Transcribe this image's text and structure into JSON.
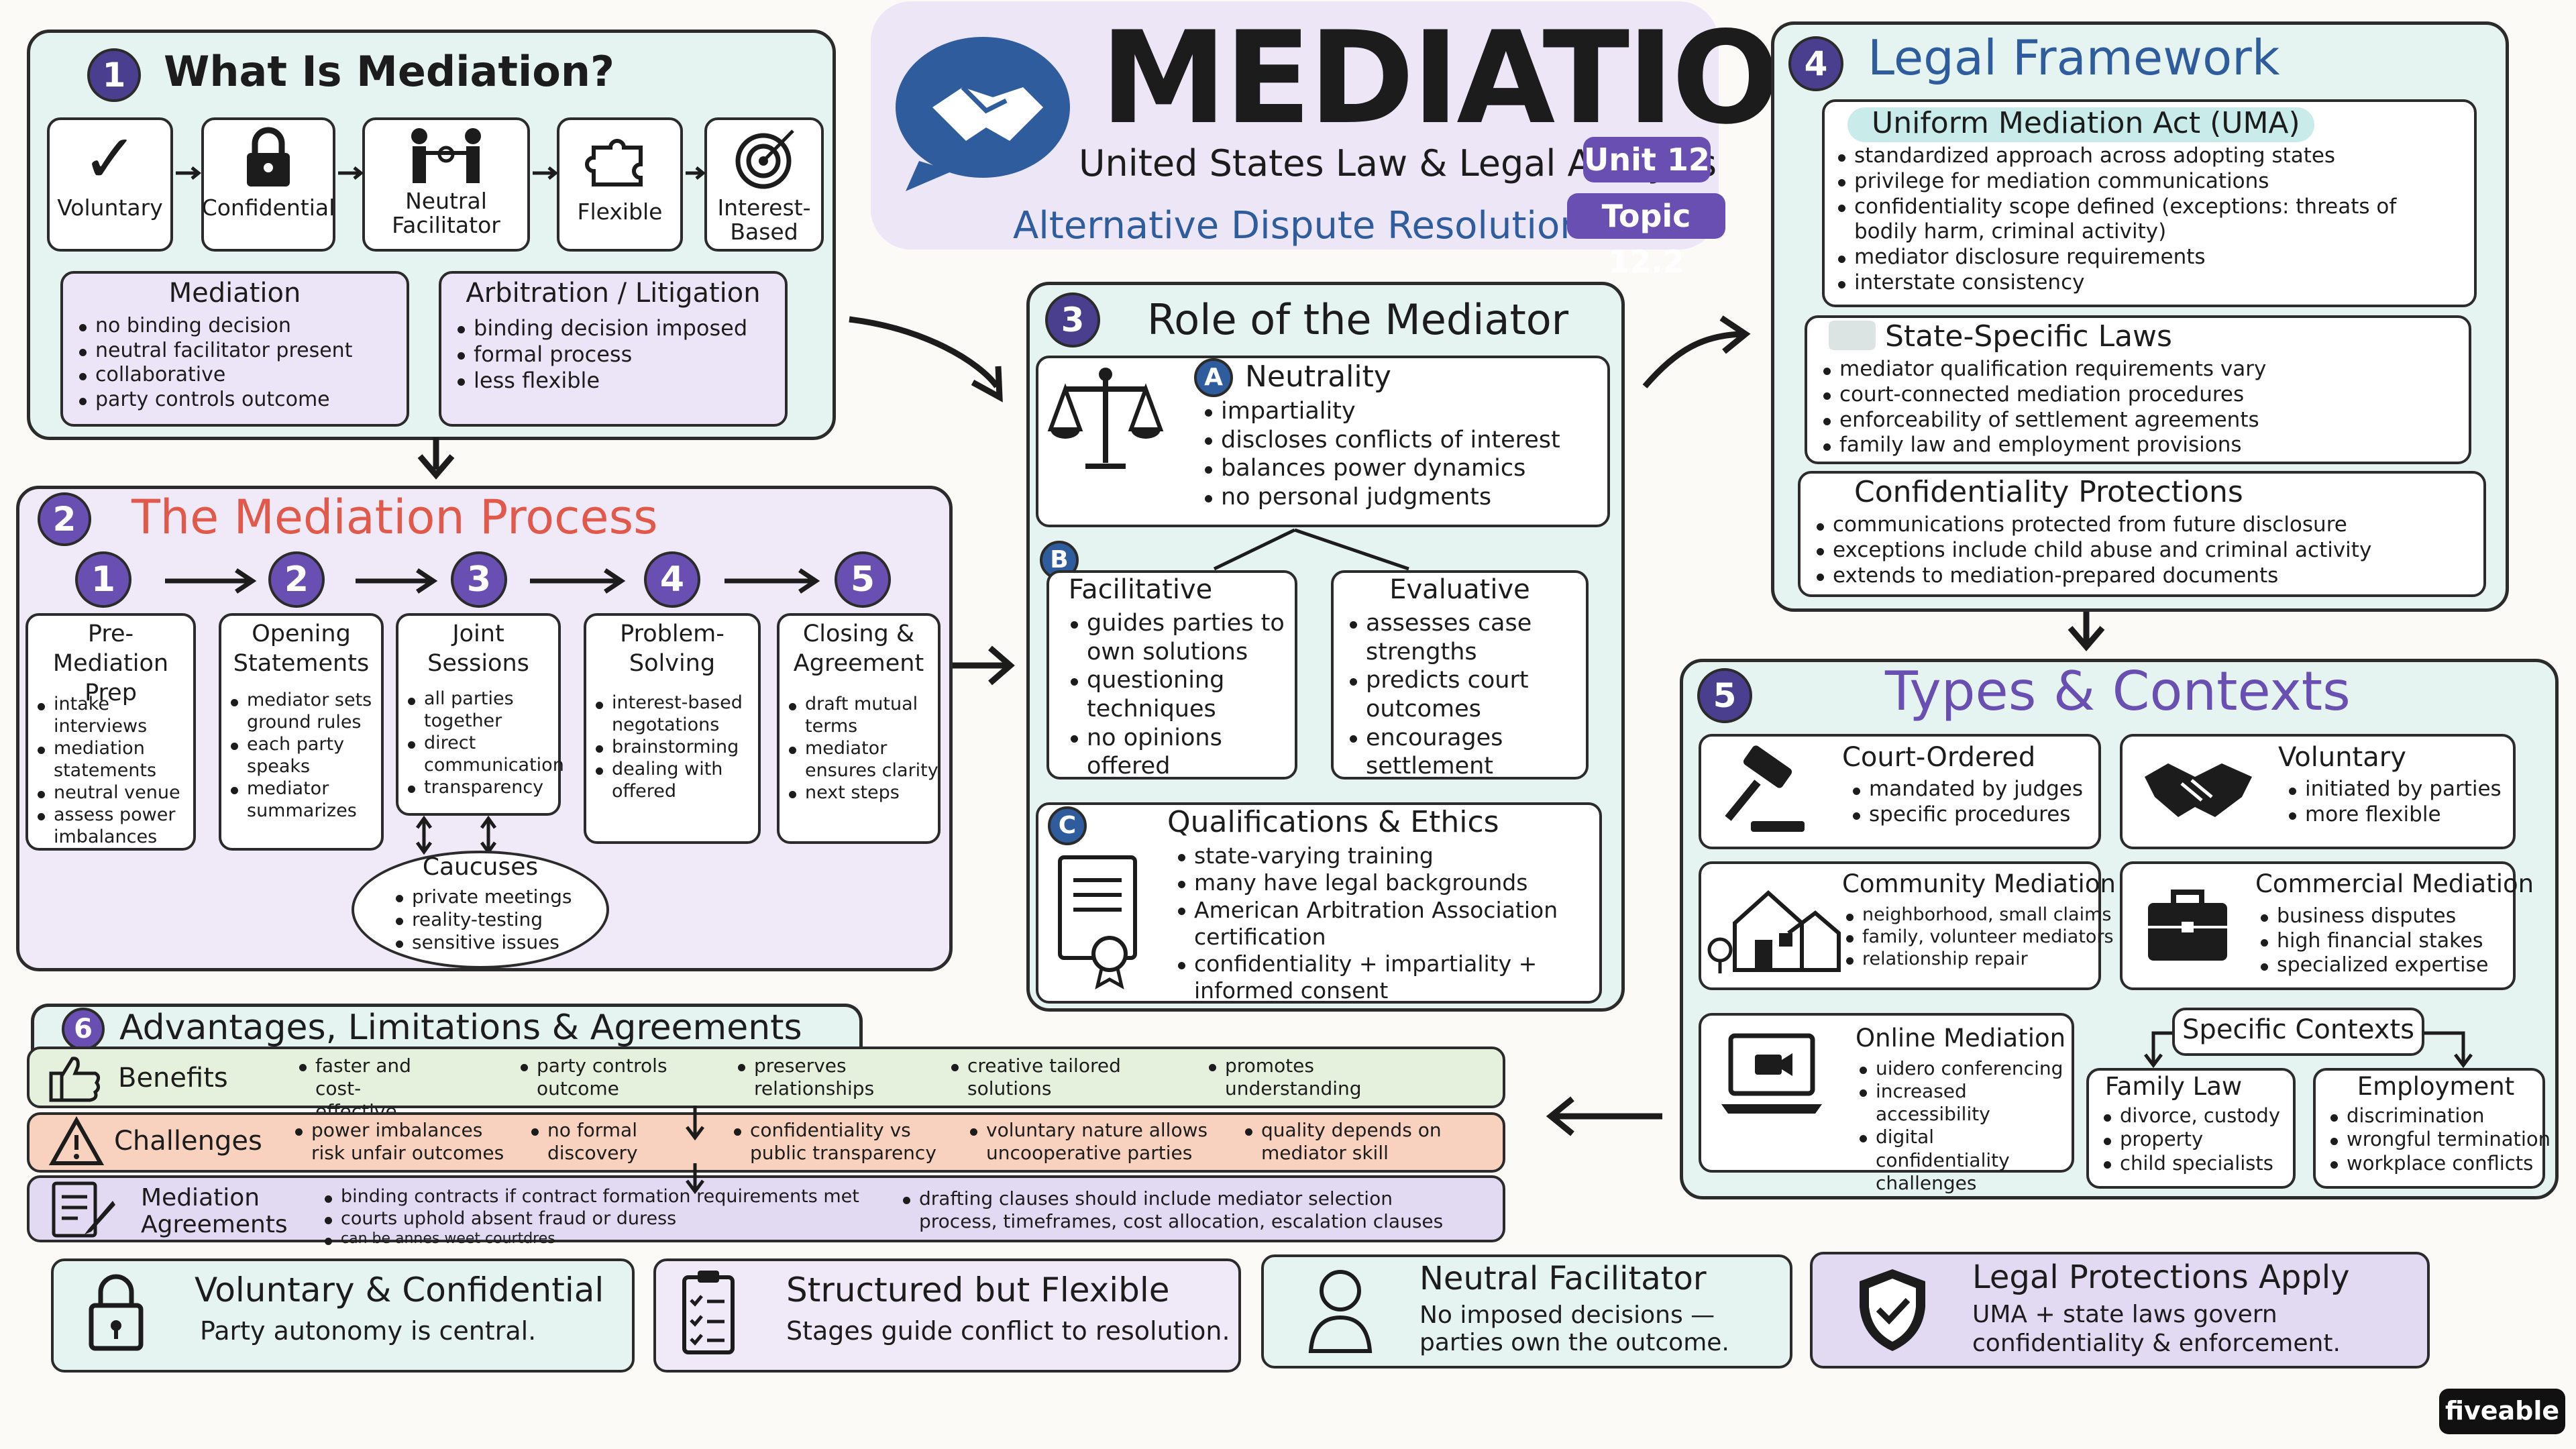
{
  "header": {
    "title": "MEDIATION",
    "subtitle": "United States Law & Legal Analysis",
    "subject": "Alternative Dispute Resolution",
    "unit": "Unit 12",
    "topic": "Topic 12.2"
  },
  "s1": {
    "num": "1",
    "title": "What Is Mediation?",
    "features": [
      {
        "label": "Voluntary",
        "icon": "checkmark-icon"
      },
      {
        "label": "Confidential",
        "icon": "lock-icon"
      },
      {
        "label": "Neutral Facilitator",
        "icon": "people-icon"
      },
      {
        "label": "Flexible",
        "icon": "puzzle-icon"
      },
      {
        "label": "Interest-Based",
        "icon": "target-icon"
      }
    ],
    "med": {
      "title": "Mediation",
      "items": [
        "no binding decision",
        "neutral facilitator present",
        "collaborative",
        "party controls outcome"
      ]
    },
    "arb": {
      "title": "Arbitration / Litigation",
      "items": [
        "binding decision imposed",
        "formal process",
        "less flexible"
      ]
    }
  },
  "s2": {
    "num": "2",
    "title": "The Mediation Process",
    "stages": [
      {
        "n": "1",
        "title": "Pre-Mediation Prep",
        "items": [
          "intake interviews",
          "mediation statements",
          "neutral venue",
          "assess power imbalances"
        ]
      },
      {
        "n": "2",
        "title": "Opening Statements",
        "items": [
          "mediator sets ground rules",
          "each party speaks",
          "mediator summarizes"
        ]
      },
      {
        "n": "3",
        "title": "Joint Sessions",
        "items": [
          "all parties together",
          "direct communication",
          "transparency"
        ]
      },
      {
        "n": "4",
        "title": "Problem-Solving",
        "items": [
          "interest-based negotations",
          "brainstorming",
          "dealing with offered"
        ]
      },
      {
        "n": "5",
        "title": "Closing & Agreement",
        "items": [
          "draft mutual terms",
          "mediator ensures clarity",
          "next steps"
        ]
      }
    ],
    "caucuses": {
      "title": "Caucuses",
      "items": [
        "private meetings",
        "reality-testing",
        "sensitive issues"
      ]
    }
  },
  "s3": {
    "num": "3",
    "title": "Role of the Mediator",
    "a": {
      "letter": "A",
      "title": "Neutrality",
      "items": [
        "impartiality",
        "discloses conflicts of interest",
        "balances power dynamics",
        "no personal judgments"
      ]
    },
    "b": {
      "letter": "B",
      "fac": {
        "title": "Facilitative",
        "items": [
          "guides parties to own solutions",
          "questioning techniques",
          "no opinions offered"
        ]
      },
      "eva": {
        "title": "Evaluative",
        "items": [
          "assesses case strengths",
          "predicts court outcomes",
          "encourages settlement"
        ]
      }
    },
    "c": {
      "letter": "C",
      "title": "Qualifications & Ethics",
      "items": [
        "state-varying training",
        "many have legal backgrounds",
        "American Arbitration Association certification",
        "confidentiality + impartiality + informed consent"
      ]
    }
  },
  "s4": {
    "num": "4",
    "title": "Legal Framework",
    "uma": {
      "title": "Uniform Mediation Act (UMA)",
      "items": [
        "standardized approach across adopting states",
        "privilege for mediation communications",
        "confidentiality scope defined (exceptions: threats of bodily harm, criminal activity)",
        "mediator disclosure requirements",
        "interstate consistency"
      ]
    },
    "state": {
      "title": "State-Specific Laws",
      "items": [
        "mediator qualification requirements vary",
        "court-connected mediation procedures",
        "enforceability of settlement agreements",
        "family law and employment provisions"
      ]
    },
    "conf": {
      "title": "Confidentiality Protections",
      "items": [
        "communications protected from future disclosure",
        "exceptions include child abuse and criminal activity",
        "extends to mediation-prepared documents"
      ]
    }
  },
  "s5": {
    "num": "5",
    "title": "Types & Contexts",
    "court": {
      "title": "Court-Ordered",
      "items": [
        "mandated by judges",
        "specific procedures"
      ]
    },
    "vol": {
      "title": "Voluntary",
      "items": [
        "initiated by parties",
        "more flexible"
      ]
    },
    "comm": {
      "title": "Community Mediation",
      "items": [
        "neighborhood, small claims",
        "family, volunteer mediators",
        "relationship repair"
      ]
    },
    "comc": {
      "title": "Commercial Mediation",
      "items": [
        "business disputes",
        "high financial stakes",
        "specialized expertise"
      ]
    },
    "online": {
      "title": "Online Mediation",
      "items": [
        "uidero conferencing",
        "increased accessibility",
        "digital confidentiality challenges"
      ]
    },
    "specific": "Specific Contexts",
    "family": {
      "title": "Family Law",
      "items": [
        "divorce, custody",
        "property",
        "child specialists"
      ]
    },
    "emp": {
      "title": "Employment",
      "items": [
        "discrimination",
        "wrongful termination",
        "workplace conflicts"
      ]
    }
  },
  "s6": {
    "num": "6",
    "title": "Advantages, Limitations & Agreements",
    "benefits": {
      "label": "Benefits",
      "items": [
        "faster and cost-effective",
        "party controls outcome",
        "preserves relationships",
        "creative tailored solutions",
        "promotes understanding"
      ]
    },
    "challenges": {
      "label": "Challenges",
      "items": [
        "power imbalances risk unfair outcomes",
        "no formal discovery",
        "confidentiality vs public transparency",
        "voluntary nature allows uncooperative parties",
        "quality depends on mediator skill"
      ]
    },
    "agreements": {
      "label": "Mediation Agreements",
      "items": [
        "binding contracts if contract formation requirements met",
        "courts uphold absent fraud or duress",
        "can be annes weet courtdres",
        "drafting clauses should include mediator selection process, timeframes, cost allocation, escalation clauses"
      ]
    }
  },
  "footer": [
    {
      "title": "Voluntary & Confidential",
      "text": "Party autonomy is central.",
      "icon": "lock-icon"
    },
    {
      "title": "Structured but Flexible",
      "text": "Stages guide conflict to resolution.",
      "icon": "clipboard-icon"
    },
    {
      "title": "Neutral Facilitator",
      "text": "No imposed decisions — parties own the outcome.",
      "icon": "person-icon"
    },
    {
      "title": "Legal Protections Apply",
      "text": "UMA + state laws govern confidentiality & enforcement.",
      "icon": "shield-icon"
    }
  ],
  "brand": "fiveable",
  "colors": {
    "accent": "#4a3f8f",
    "title_red": "#e0594a",
    "mint": "#e6f4f1",
    "lavender": "#efe9f8",
    "challenge": "#f8d2bf",
    "benefit": "#e6f1dd"
  }
}
